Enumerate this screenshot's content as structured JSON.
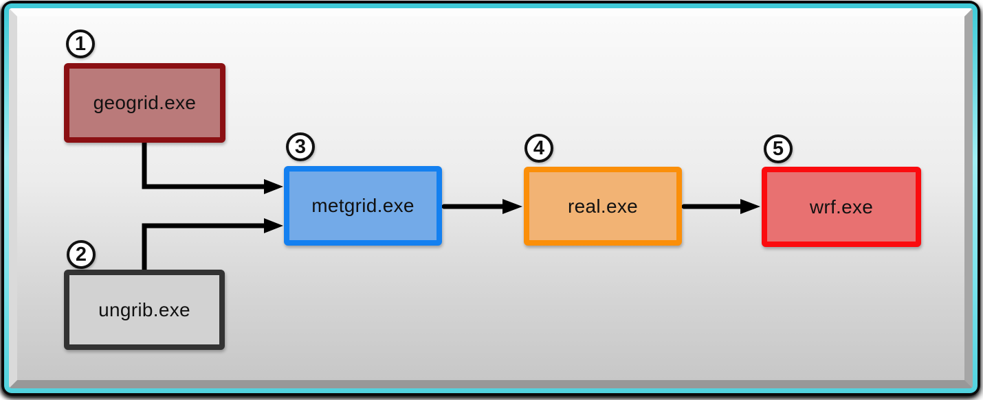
{
  "frame": {
    "outer_border_color": "#0a0a0a",
    "accent_border_color": "#63d6e2",
    "panel_top_color": "#fafafa",
    "panel_bottom_color": "#c7c7c7"
  },
  "diagram": {
    "arrow_color": "#000000",
    "nodes": [
      {
        "step": "1",
        "label": "geogrid.exe",
        "fill": "#ba7a7a",
        "border": "#8b1013"
      },
      {
        "step": "2",
        "label": "ungrib.exe",
        "fill": "#d2d2d2",
        "border": "#333333"
      },
      {
        "step": "3",
        "label": "metgrid.exe",
        "fill": "#73aae8",
        "border": "#1480f0"
      },
      {
        "step": "4",
        "label": "real.exe",
        "fill": "#f2b374",
        "border": "#fb8f09"
      },
      {
        "step": "5",
        "label": "wrf.exe",
        "fill": "#e87171",
        "border": "#fb0b0e"
      }
    ],
    "edges": [
      {
        "from": "geogrid.exe",
        "to": "metgrid.exe"
      },
      {
        "from": "ungrib.exe",
        "to": "metgrid.exe"
      },
      {
        "from": "metgrid.exe",
        "to": "real.exe"
      },
      {
        "from": "real.exe",
        "to": "wrf.exe"
      }
    ]
  }
}
